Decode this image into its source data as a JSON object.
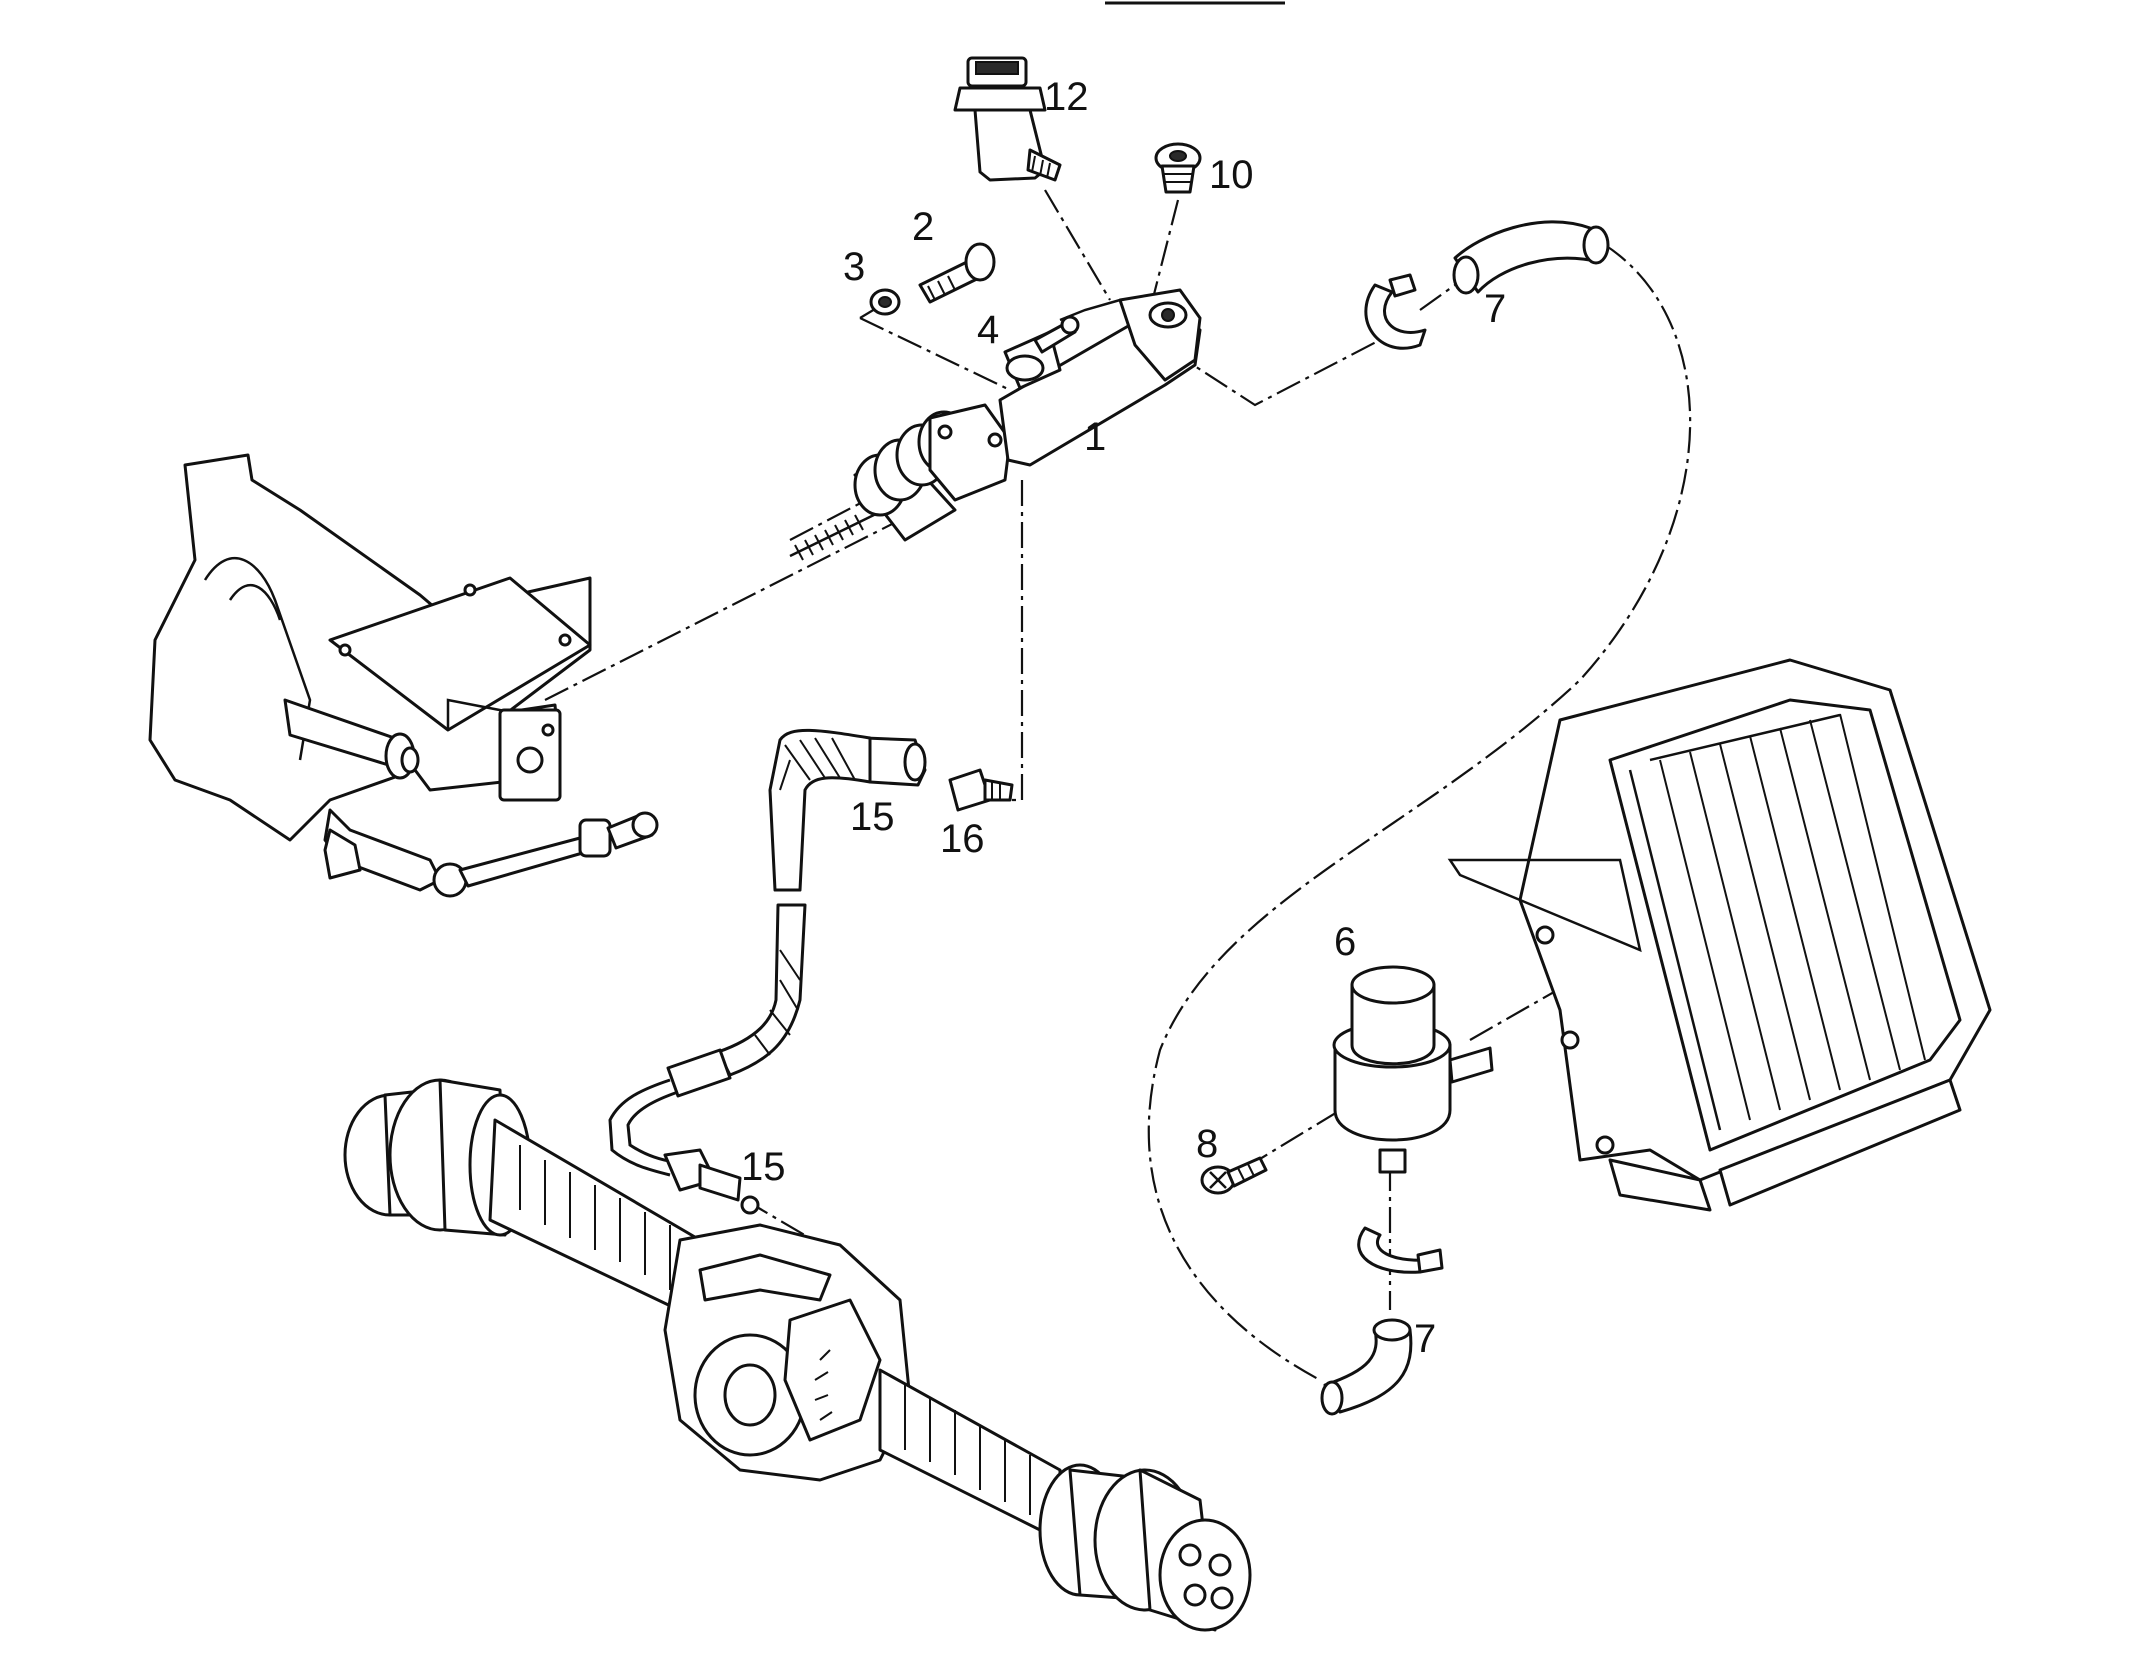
{
  "callouts": {
    "c1": "1",
    "c2": "2",
    "c3": "3",
    "c4": "4",
    "c6": "6",
    "c7a": "7",
    "c7b": "7",
    "c8": "8",
    "c10": "10",
    "c12": "12",
    "c15a": "15",
    "c15b": "15",
    "c16": "16"
  },
  "colors": {
    "line": "#111111",
    "paper": "#ffffff"
  }
}
